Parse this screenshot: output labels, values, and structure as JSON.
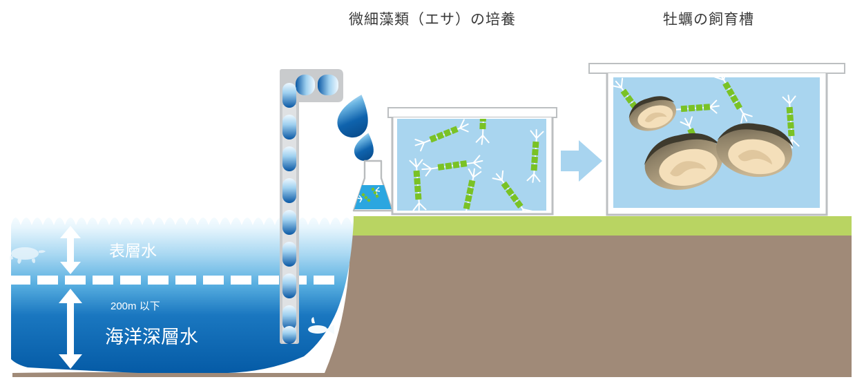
{
  "titles": {
    "algae_culture": "微細藻類（エサ）の培養",
    "oyster_tank": "牡蠣の飼育槽"
  },
  "ocean": {
    "surface_label": "表層水",
    "depth_note": "200m 以下",
    "deep_label": "海洋深層水"
  },
  "colors": {
    "sea_top": "#f2fbff",
    "sea_mid": "#4aa8de",
    "sea_deep": "#0b5ca8",
    "soil": "#a08a78",
    "grass": "#b9d462",
    "tank_water": "#a9d5ef",
    "flask_liquid": "#2ba6e0",
    "algae_green": "#7ac225",
    "pipe_gray": "#c9cbcd",
    "droplet_blue": "#0d5fa8",
    "arrow_blue": "#a8d4ef",
    "oyster_shell": "#b9a383",
    "oyster_flesh": "#f4dfba",
    "title_text": "#3a3a3a",
    "label_text": "#ffffff"
  },
  "icons": {
    "turtle": "turtle-icon",
    "fish": "fish-icon",
    "droplet_large": "water-droplet-large-icon",
    "droplet_small": "water-droplet-small-icon",
    "flask": "erlenmeyer-flask-icon",
    "arrow": "right-arrow-icon",
    "pipe": "intake-pipe-icon",
    "up_arrow_surface": "surface-depth-arrow-icon",
    "up_arrow_deep": "deep-depth-arrow-icon",
    "dashed_divider": "depth-divider-dashed-line"
  },
  "counts": {
    "algae_in_tank": 8,
    "algae_in_flask": 2,
    "algae_in_oyster_tank": 5,
    "oysters": 3,
    "droplets": 2
  }
}
